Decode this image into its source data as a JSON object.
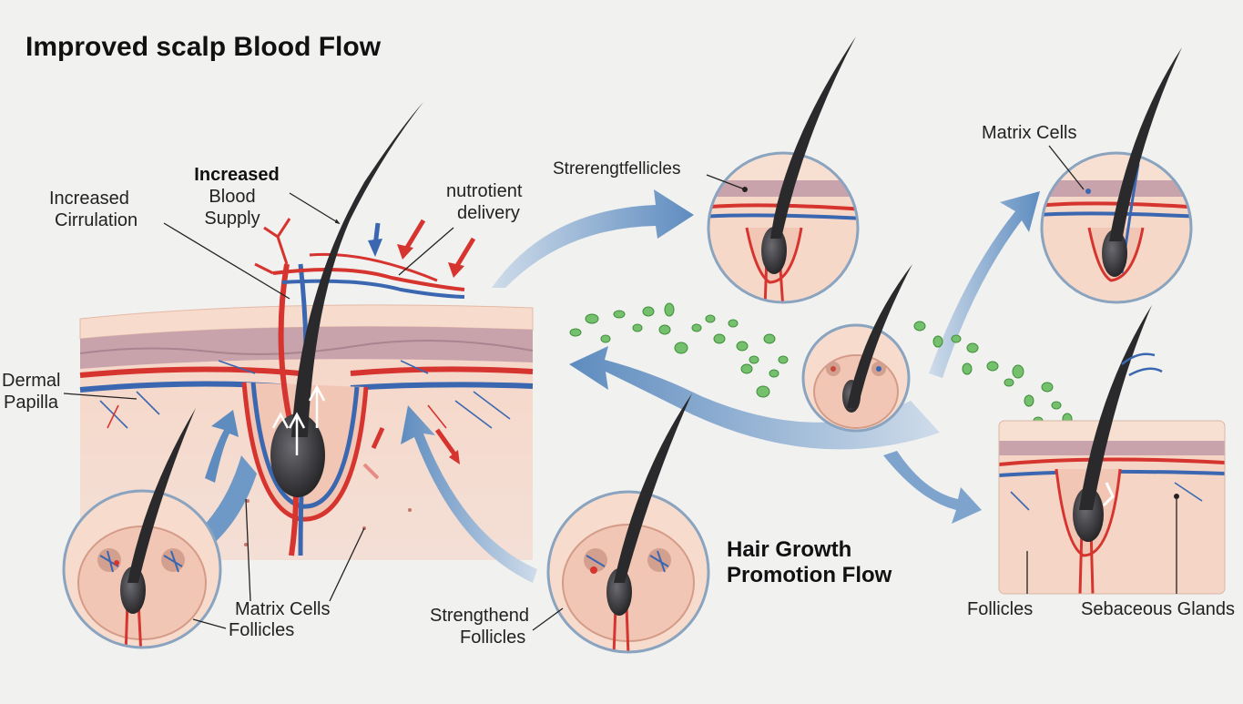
{
  "title": "Improved scalp Blood Flow",
  "labels": {
    "increased_blood_supply_1": "Increased",
    "increased_blood_supply_2": "Blood",
    "increased_blood_supply_3": "Supply",
    "increased_circulation_1": "Increased",
    "increased_circulation_2": "Cirrulation",
    "nutrient_delivery_1": "nutrotient",
    "nutrient_delivery_2": "delivery",
    "strengthened_follicles_top": "Strerengtfellicles",
    "matrix_cells_top": "Matrix Cells",
    "dermal_papilla_1": "Dermal",
    "dermal_papilla_2": "Papilla",
    "matrix_cells_bottom": "Matrix Cells",
    "follicles_bottom": "Follicles",
    "strengthend_1": "Strengthend",
    "strengthend_2": "Follicles",
    "hair_growth_1": "Hair Growth",
    "hair_growth_2": "Promotion Flow",
    "follicles_right": "Follicles",
    "sebaceous_glands": "Sebaceous Glands"
  },
  "colors": {
    "skin": "#f3cfc0",
    "epidermis": "#f6d8c8",
    "dermis_band": "#c9a3ac",
    "artery": "#d6342f",
    "vein": "#3a67b0",
    "flow_arrow": "#6e98c6",
    "nutrient": "#6dba6a",
    "hair": "#2a2a2c"
  }
}
